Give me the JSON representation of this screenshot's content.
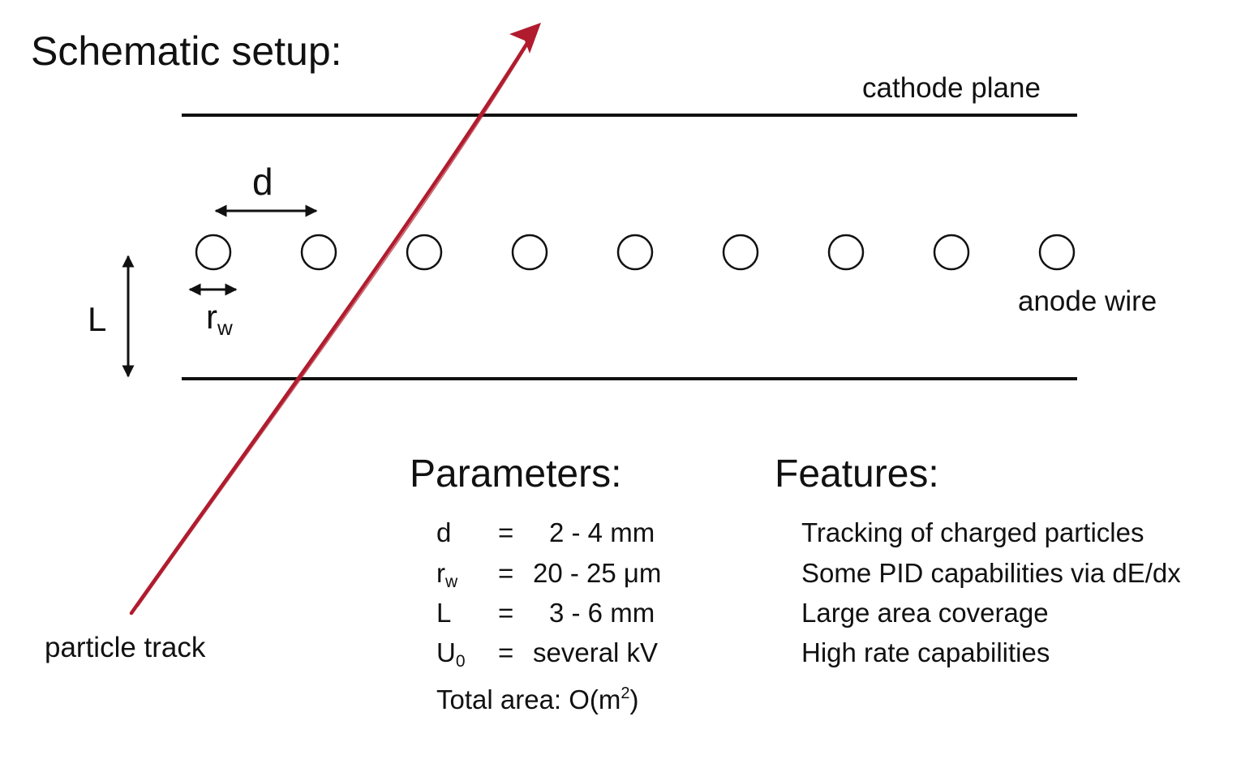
{
  "title": "Schematic setup:",
  "labels": {
    "cathode_plane": "cathode plane",
    "anode_wire": "anode wire",
    "particle_track": "particle track",
    "spacing_d": "d",
    "gap_L": "L",
    "radius_r": "r",
    "radius_sub": "w"
  },
  "parameters": {
    "heading": "Parameters:",
    "rows": [
      {
        "symbol": "d",
        "sub": "",
        "eq": "=",
        "value": "2 - 4 mm"
      },
      {
        "symbol": "r",
        "sub": "w",
        "eq": "=",
        "value": "20 - 25 μm"
      },
      {
        "symbol": "L",
        "sub": "",
        "eq": "=",
        "value": "3 - 6 mm"
      },
      {
        "symbol": "U",
        "sub": "0",
        "eq": "=",
        "value": "several kV"
      }
    ],
    "total_area_prefix": "Total area: O(m",
    "total_area_sup": "2",
    "total_area_suffix": ")"
  },
  "features": {
    "heading": "Features:",
    "items": [
      "Tracking of charged particles",
      "Some PID capabilities via dE/dx",
      "Large area coverage",
      "High rate capabilities"
    ]
  },
  "colors": {
    "track": "#b01c2e",
    "ink": "#111111"
  },
  "anode_wire_count": 9
}
